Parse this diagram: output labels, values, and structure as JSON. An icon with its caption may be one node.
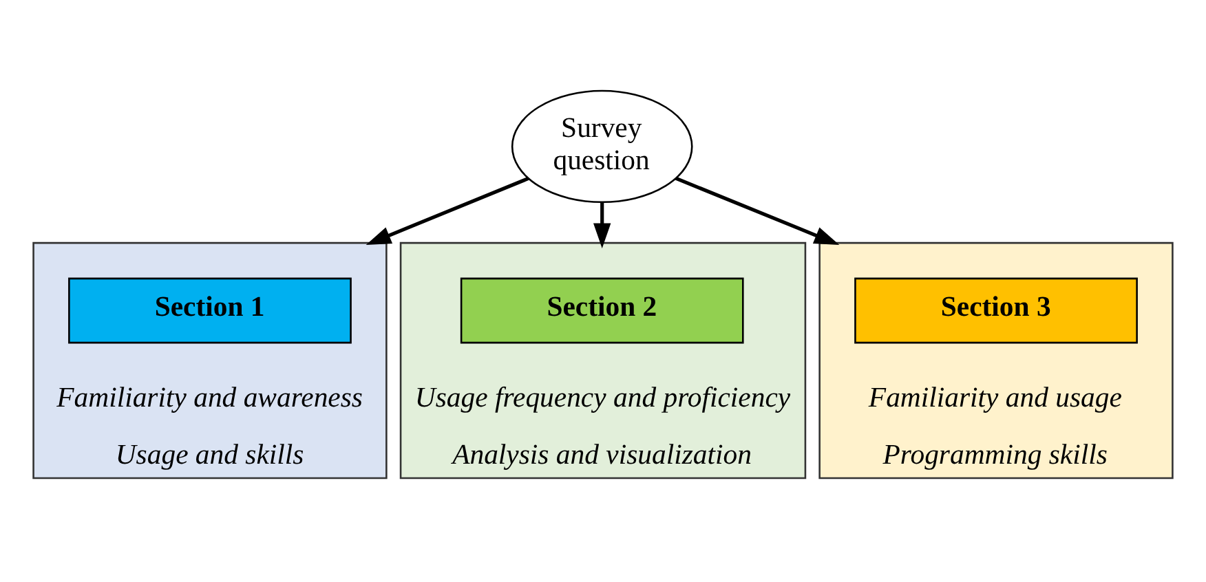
{
  "diagram": {
    "nodes": [
      {
        "text": [
          "Survey question"
        ]
      },
      {
        "text": [
          "Familiarity and awareness",
          "Usage and skills"
        ]
      },
      {
        "text": [
          "Section 1"
        ],
        "in": 1
      },
      {
        "text": [
          "Usage frequency and proficiency",
          "Analysis and visualization"
        ]
      },
      {
        "text": [
          "Section 2"
        ],
        "in": 3
      },
      {
        "text": [
          "Familiarity and usage",
          "Programming skills"
        ]
      },
      {
        "text": [
          "Section 3"
        ],
        "in": 5
      }
    ],
    "edges": [
      {
        "from": 0,
        "to": 1,
        "arrow": "to"
      },
      {
        "from": 0,
        "to": 3,
        "arrow": "to"
      },
      {
        "from": 0,
        "to": 5,
        "arrow": "to"
      }
    ]
  }
}
